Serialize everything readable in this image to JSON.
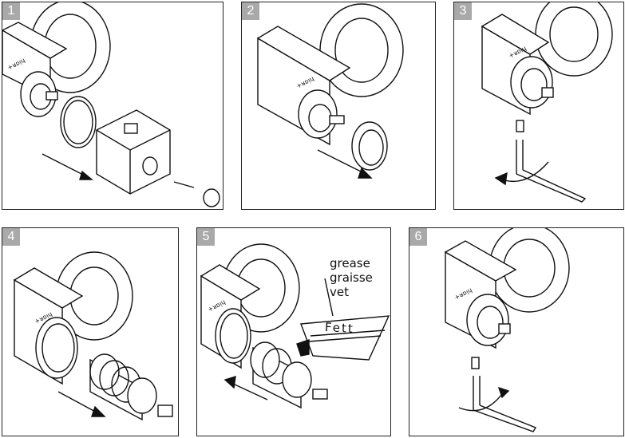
{
  "steps": [
    {
      "number": "1"
    },
    {
      "number": "2"
    },
    {
      "number": "3"
    },
    {
      "number": "4"
    },
    {
      "number": "5"
    },
    {
      "number": "6"
    }
  ],
  "grease_labels": {
    "line1": "grease",
    "line2": "graisse",
    "line3": "vet",
    "packet_text": "Fett"
  },
  "colors": {
    "frame": "#222222",
    "step_badge": "#a9a9a9",
    "line_art": "#111111"
  }
}
